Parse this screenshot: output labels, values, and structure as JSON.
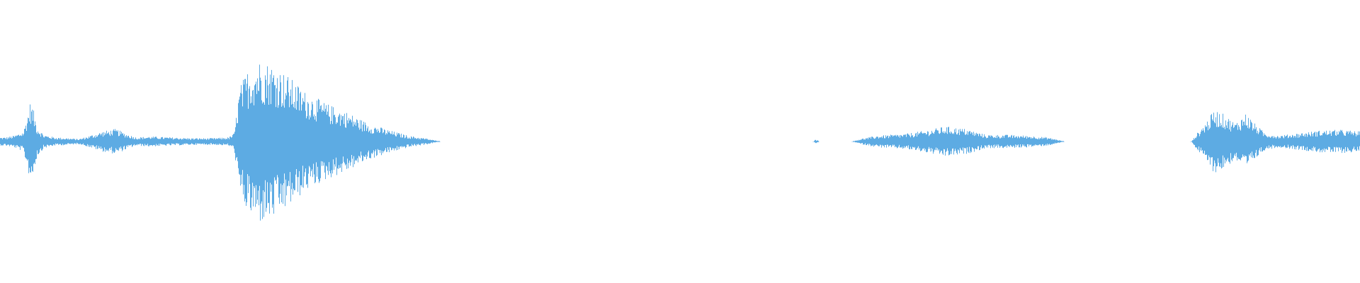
{
  "waveform": {
    "color": "#5DABE3",
    "background": "#FFFFFF",
    "segments": [
      {
        "id": "segment-1",
        "envelope": [
          [
            0.0,
            0.05
          ],
          [
            0.004,
            0.05
          ],
          [
            0.01,
            0.07
          ],
          [
            0.017,
            0.12
          ],
          [
            0.02,
            0.32
          ],
          [
            0.022,
            0.47
          ],
          [
            0.024,
            0.4
          ],
          [
            0.027,
            0.18
          ],
          [
            0.032,
            0.08
          ],
          [
            0.04,
            0.05
          ],
          [
            0.05,
            0.04
          ],
          [
            0.058,
            0.03
          ],
          [
            0.064,
            0.06
          ],
          [
            0.075,
            0.12
          ],
          [
            0.085,
            0.15
          ],
          [
            0.093,
            0.09
          ],
          [
            0.1,
            0.05
          ],
          [
            0.11,
            0.06
          ],
          [
            0.125,
            0.05
          ],
          [
            0.14,
            0.04
          ],
          [
            0.155,
            0.04
          ],
          [
            0.168,
            0.05
          ],
          [
            0.172,
            0.1
          ],
          [
            0.176,
            0.65
          ],
          [
            0.182,
            0.85
          ],
          [
            0.19,
            0.97
          ],
          [
            0.2,
            0.92
          ],
          [
            0.21,
            0.8
          ],
          [
            0.225,
            0.58
          ],
          [
            0.24,
            0.45
          ],
          [
            0.255,
            0.35
          ],
          [
            0.27,
            0.22
          ],
          [
            0.285,
            0.14
          ],
          [
            0.3,
            0.07
          ],
          [
            0.312,
            0.04
          ],
          [
            0.318,
            0.02
          ],
          [
            0.323,
            0.0
          ]
        ]
      },
      {
        "id": "segment-2",
        "envelope": [
          [
            0.598,
            0.0
          ],
          [
            0.599,
            0.02
          ],
          [
            0.601,
            0.02
          ],
          [
            0.602,
            0.0
          ]
        ]
      },
      {
        "id": "segment-3",
        "envelope": [
          [
            0.627,
            0.0
          ],
          [
            0.632,
            0.03
          ],
          [
            0.645,
            0.07
          ],
          [
            0.665,
            0.09
          ],
          [
            0.68,
            0.13
          ],
          [
            0.695,
            0.18
          ],
          [
            0.71,
            0.15
          ],
          [
            0.725,
            0.08
          ],
          [
            0.74,
            0.08
          ],
          [
            0.755,
            0.07
          ],
          [
            0.77,
            0.05
          ],
          [
            0.778,
            0.02
          ],
          [
            0.782,
            0.0
          ]
        ]
      },
      {
        "id": "segment-4",
        "envelope": [
          [
            0.876,
            0.0
          ],
          [
            0.879,
            0.08
          ],
          [
            0.885,
            0.2
          ],
          [
            0.893,
            0.38
          ],
          [
            0.9,
            0.32
          ],
          [
            0.908,
            0.22
          ],
          [
            0.916,
            0.34
          ],
          [
            0.922,
            0.22
          ],
          [
            0.93,
            0.1
          ],
          [
            0.94,
            0.07
          ],
          [
            0.955,
            0.1
          ],
          [
            0.97,
            0.13
          ],
          [
            0.985,
            0.14
          ],
          [
            1.0,
            0.12
          ]
        ]
      }
    ]
  }
}
